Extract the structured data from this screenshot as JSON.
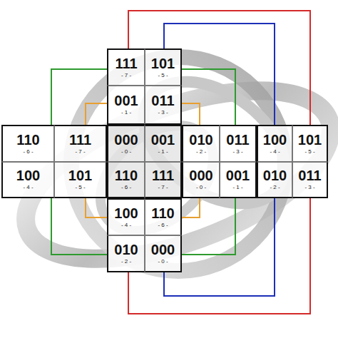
{
  "diagram": {
    "nodes": [
      {
        "text": [
          "111",
          "- 7 -"
        ]
      },
      {
        "text": [
          "101",
          "- 5 -"
        ]
      },
      {
        "text": [
          "001",
          "- 1 -"
        ]
      },
      {
        "text": [
          "011",
          "- 3 -"
        ]
      },
      {
        "text": [
          "110",
          "- 6 -"
        ]
      },
      {
        "text": [
          "111",
          "- 7 -"
        ]
      },
      {
        "text": [
          "000",
          "- 0 -"
        ]
      },
      {
        "text": [
          "001",
          "- 1 -"
        ]
      },
      {
        "text": [
          "010",
          "- 2 -"
        ]
      },
      {
        "text": [
          "011",
          "- 3 -"
        ]
      },
      {
        "text": [
          "100",
          "- 4 -"
        ]
      },
      {
        "text": [
          "101",
          "- 5 -"
        ]
      },
      {
        "text": [
          "100",
          "- 4 -"
        ]
      },
      {
        "text": [
          "101",
          "- 5 -"
        ]
      },
      {
        "text": [
          "110",
          "- 6 -"
        ]
      },
      {
        "text": [
          "111",
          "- 7 -"
        ]
      },
      {
        "text": [
          "000",
          "- 0 -"
        ]
      },
      {
        "text": [
          "001",
          "- 1 -"
        ]
      },
      {
        "text": [
          "010",
          "- 2 -"
        ]
      },
      {
        "text": [
          "011",
          "- 3 -"
        ]
      },
      {
        "text": [
          "100",
          "- 4 -"
        ]
      },
      {
        "text": [
          "110",
          "- 6 -"
        ]
      },
      {
        "text": [
          "010",
          "- 2 -"
        ]
      },
      {
        "text": [
          "000",
          "- 0 -"
        ]
      }
    ]
  }
}
